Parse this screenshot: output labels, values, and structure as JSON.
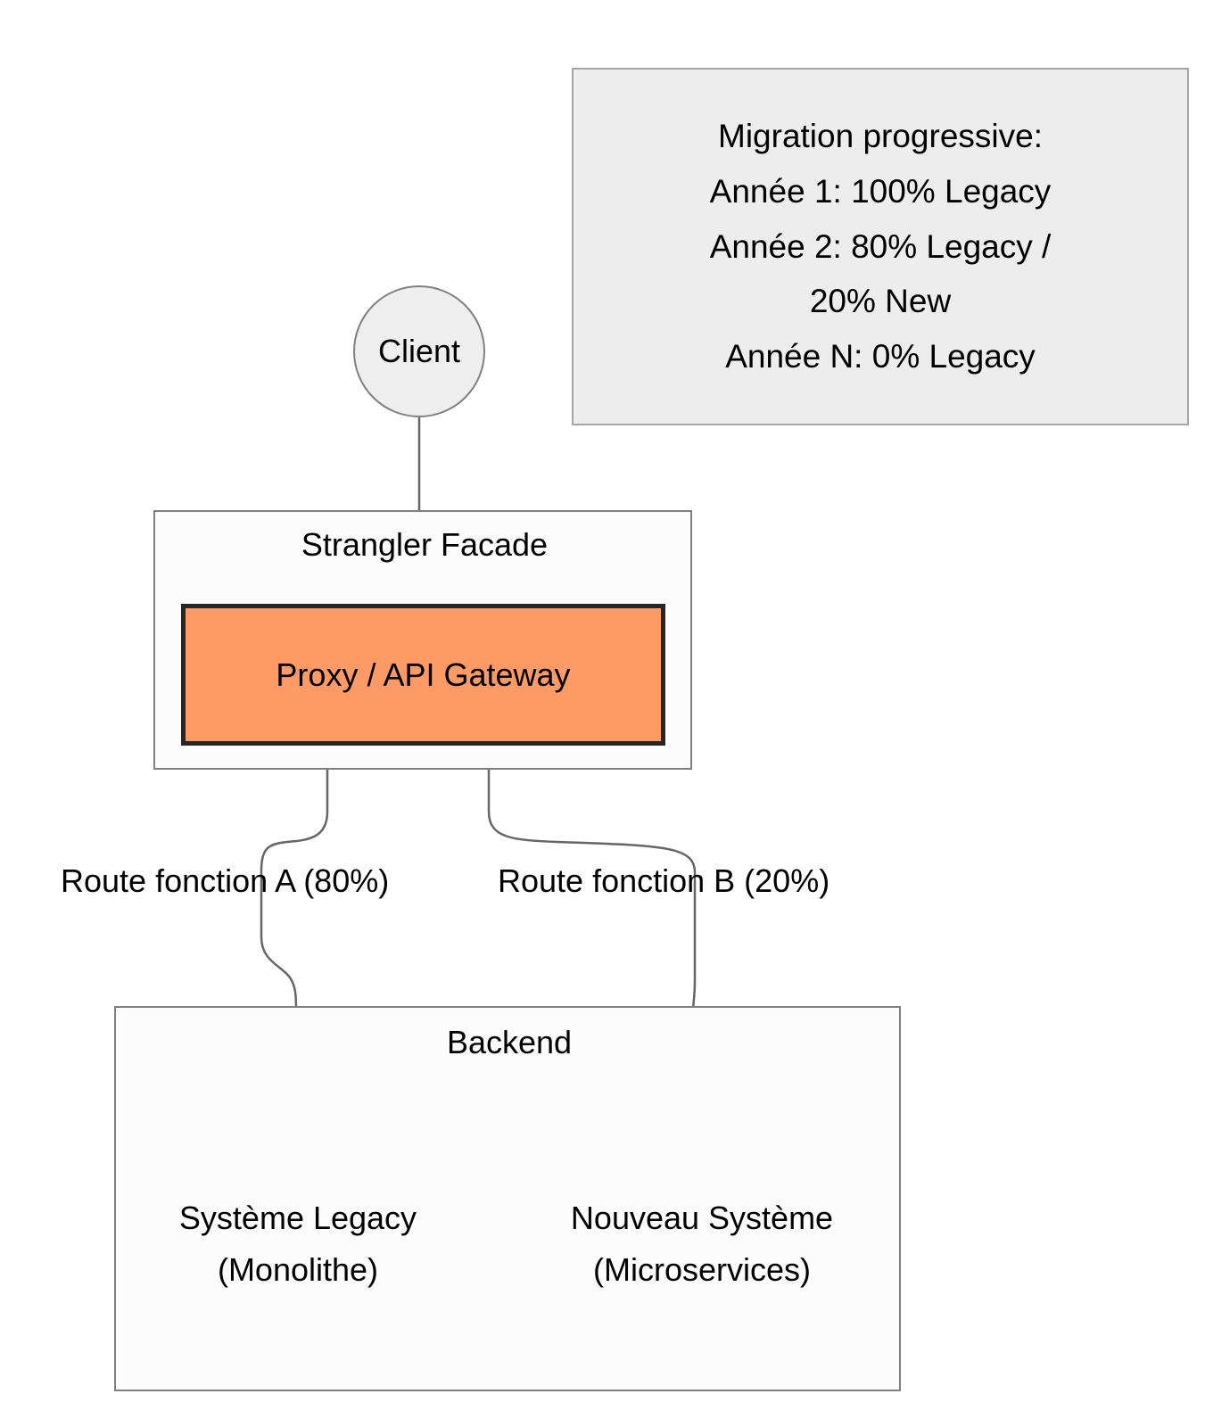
{
  "diagram": {
    "title": "Strangler Fig Pattern Migration Diagram",
    "colors": {
      "proxy_fill": "#fd9a66",
      "proxy_stroke": "#262626",
      "note_fill": "#ededed",
      "note_stroke": "#a6a6a6",
      "node_fill": "#eeeeee",
      "node_stroke": "#808080",
      "container_fill": "#fcfcfc",
      "container_stroke": "#808080",
      "edge_stroke": "#666666",
      "text": "#000000"
    }
  },
  "note": {
    "name": "migration-note",
    "lines": [
      "Migration progressive:",
      "Année 1: 100% Legacy",
      "Année 2: 80% Legacy /",
      "20% New",
      "Année N: 0% Legacy"
    ]
  },
  "nodes": {
    "client": {
      "label": "Client"
    },
    "facade": {
      "label": "Strangler Facade"
    },
    "proxy": {
      "label": "Proxy / API Gateway"
    },
    "backend": {
      "label": "Backend"
    },
    "legacy": {
      "line1": "Système Legacy",
      "line2": "(Monolithe)"
    },
    "new_system": {
      "line1": "Nouveau Système",
      "line2": "(Microservices)"
    }
  },
  "edges": [
    {
      "name": "client-to-proxy",
      "label": ""
    },
    {
      "name": "proxy-to-legacy",
      "label": "Route fonction A (80%)"
    },
    {
      "name": "proxy-to-new",
      "label": "Route fonction B (20%)"
    }
  ],
  "edge_labels": {
    "route_a": "Route fonction A (80%)",
    "route_b": "Route fonction B (20%)"
  }
}
